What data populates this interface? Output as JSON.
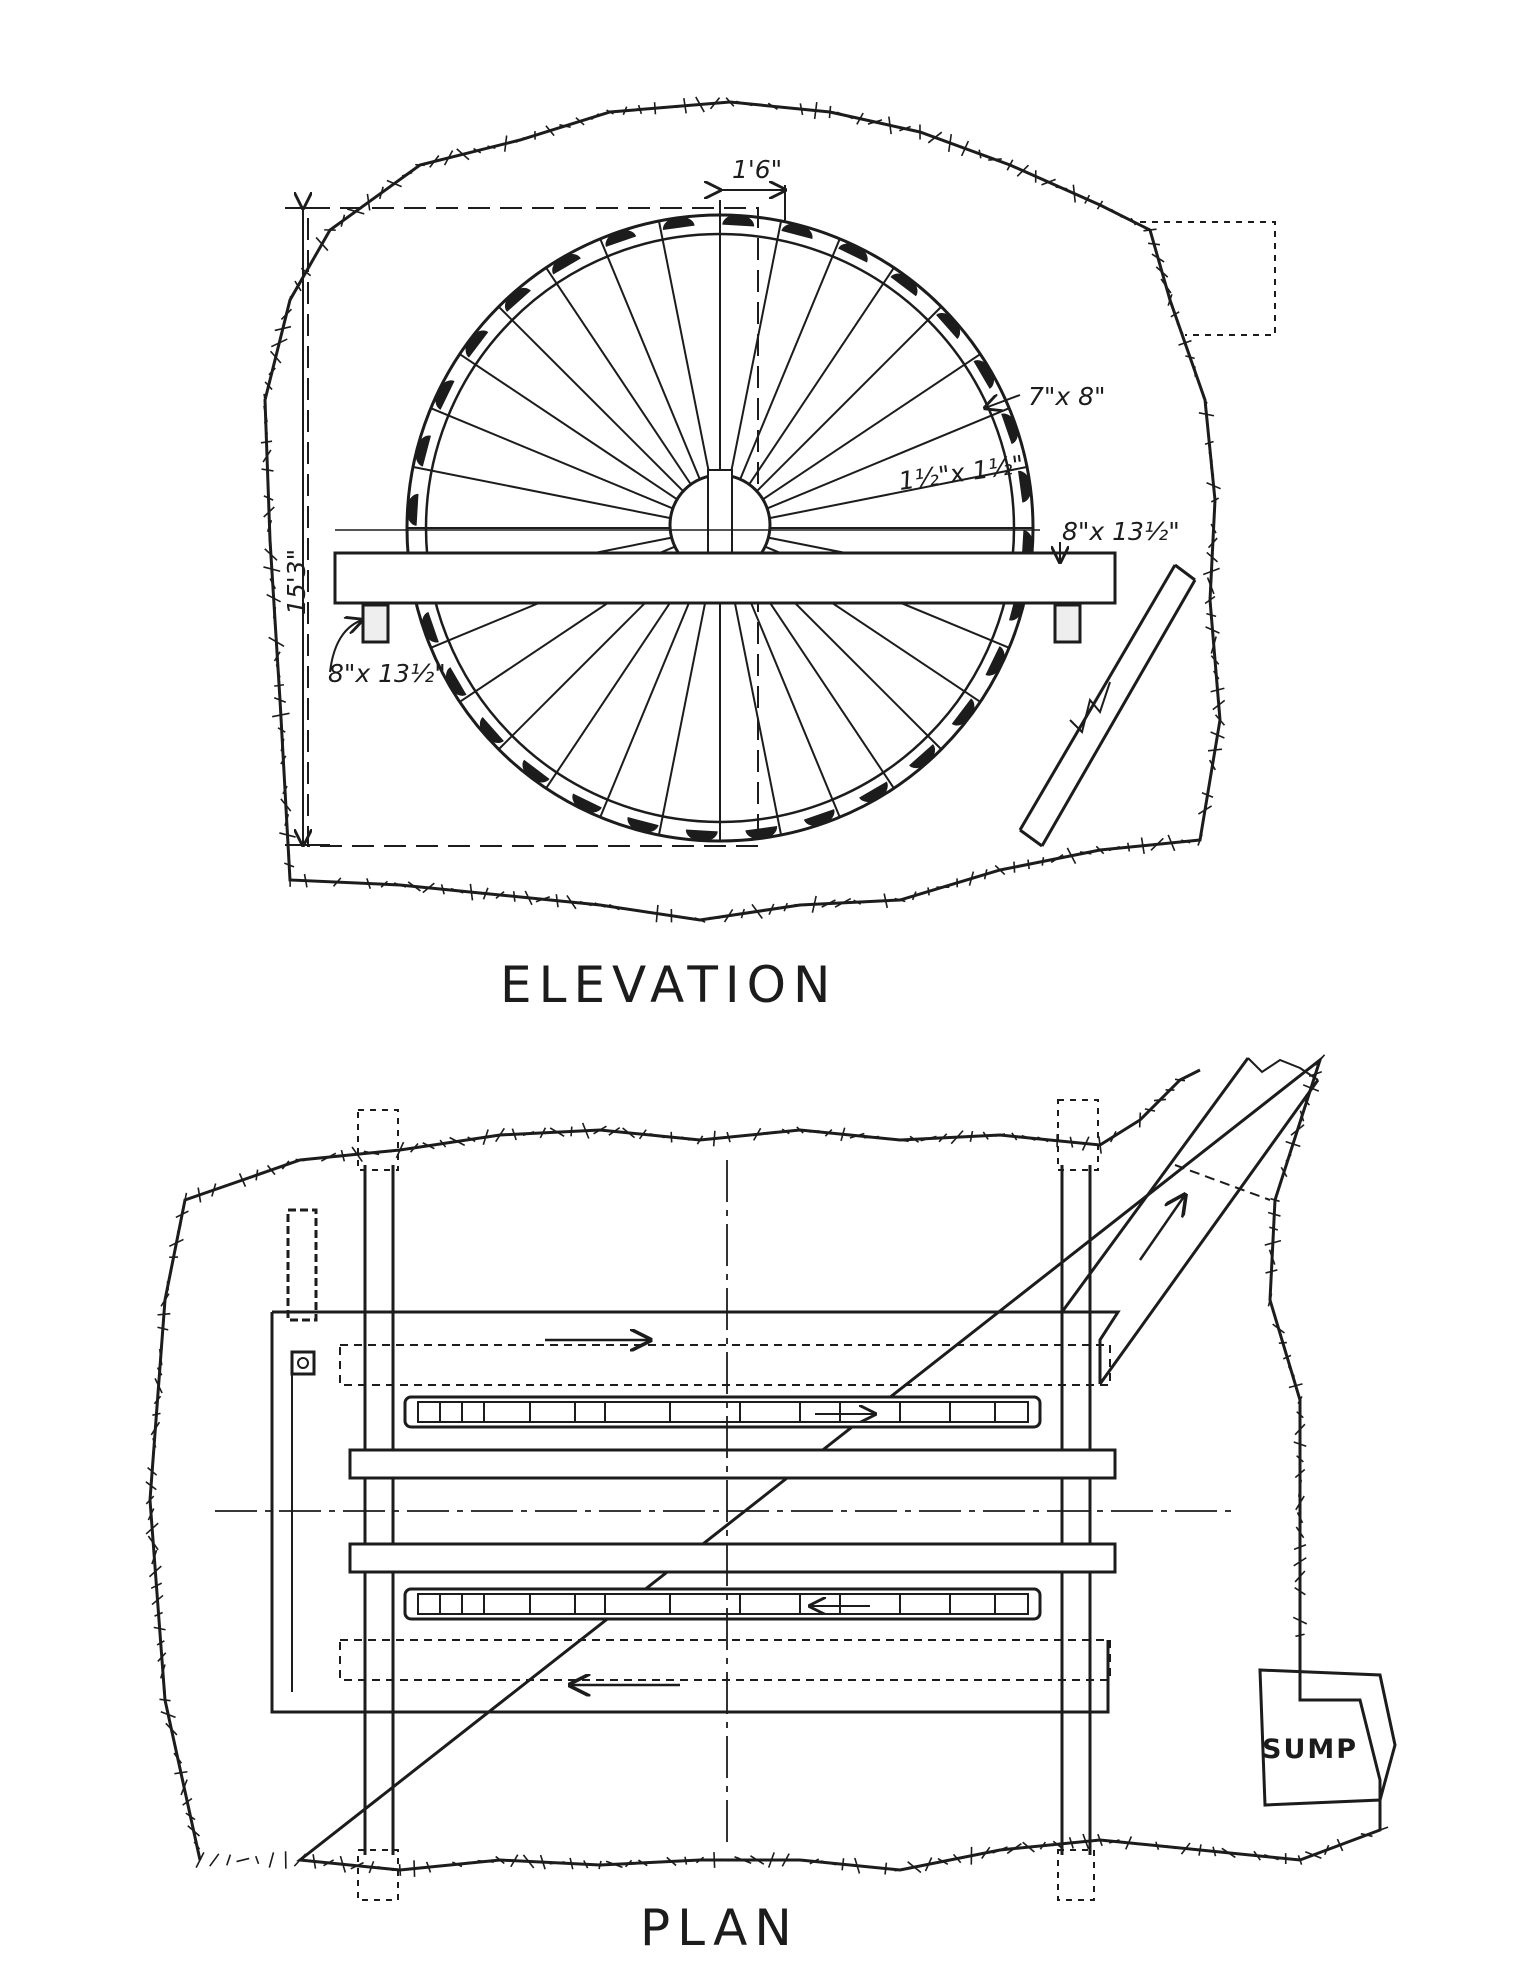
{
  "elevation": {
    "title": "ELEVATION",
    "dim_bucket_spacing": "1'6\"",
    "dim_rim": "7\"x 8\"",
    "dim_spoke": "1½\"x 1½\"",
    "dim_beam_right": "8\"x 13½\"",
    "dim_beam_left": "8\"x 13½\"",
    "dim_height": "15'3\""
  },
  "plan": {
    "title": "PLAN",
    "sump_label": "SUMP"
  },
  "colors": {
    "ink": "#1c1c1c",
    "paper": "#ffffff"
  }
}
